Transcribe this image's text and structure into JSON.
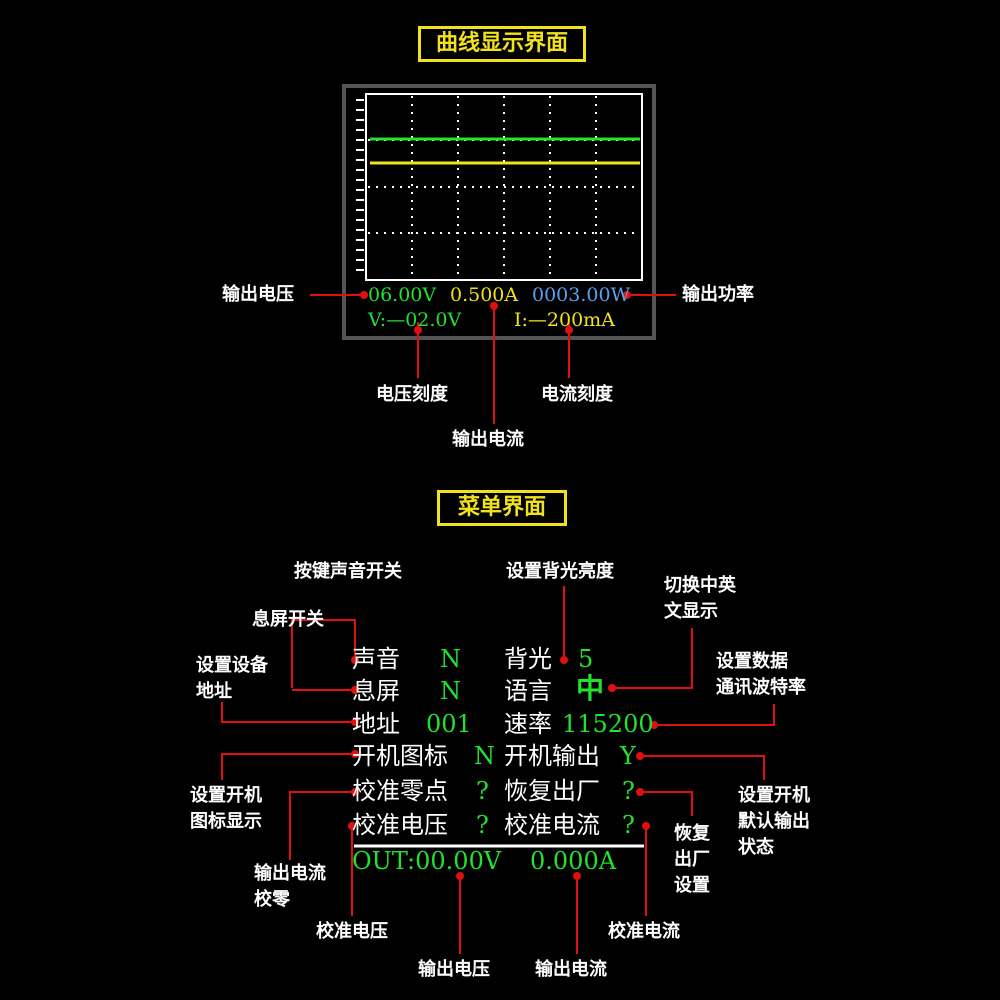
{
  "section1": {
    "title": "曲线显示界面",
    "readouts": {
      "voltage": "06.00V",
      "current": "0.500A",
      "power": "0003.00W",
      "voltage_scale": "V:—02.0V",
      "current_scale": "I:—200mA"
    },
    "callouts": {
      "output_voltage": "输出电压",
      "output_power": "输出功率",
      "voltage_scale": "电压刻度",
      "current_scale": "电流刻度",
      "output_current": "输出电流"
    },
    "colors": {
      "voltage_trace": "#22e22e",
      "current_trace": "#f2e21a",
      "power": "#5aa0f0"
    }
  },
  "section2": {
    "title": "菜单界面",
    "menu": {
      "sound_label": "声音",
      "sound_value": "N",
      "backlight_label": "背光",
      "backlight_value": "5",
      "sleep_label": "息屏",
      "sleep_value": "N",
      "language_label": "语言",
      "language_value": "中",
      "address_label": "地址",
      "address_value": "001",
      "baud_label": "速率",
      "baud_value": "115200",
      "boot_icon_label": "开机图标",
      "boot_icon_value": "N",
      "boot_output_label": "开机输出",
      "boot_output_value": "Y",
      "cal_zero_label": "校准零点",
      "cal_zero_value": "?",
      "factory_label": "恢复出厂",
      "factory_value": "?",
      "cal_voltage_label": "校准电压",
      "cal_voltage_value": "?",
      "cal_current_label": "校准电流",
      "cal_current_value": "?",
      "out_voltage": "OUT:00.00V",
      "out_current": "0.000A"
    },
    "callouts": {
      "key_sound": "按键声音开关",
      "backlight": "设置背光亮度",
      "language_1": "切换中英",
      "language_2": "文显示",
      "sleep": "息屏开关",
      "address_1": "设置设备",
      "address_2": "地址",
      "baud_1": "设置数据",
      "baud_2": "通讯波特率",
      "boot_icon_1": "设置开机",
      "boot_icon_2": "图标显示",
      "boot_output_1": "设置开机",
      "boot_output_2": "默认输出",
      "boot_output_3": "状态",
      "zero_1": "输出电流",
      "zero_2": "校零",
      "factory_1": "恢复",
      "factory_2": "出厂",
      "factory_3": "设置",
      "cal_voltage": "校准电压",
      "cal_current": "校准电流",
      "out_voltage": "输出电压",
      "out_current": "输出电流"
    }
  }
}
